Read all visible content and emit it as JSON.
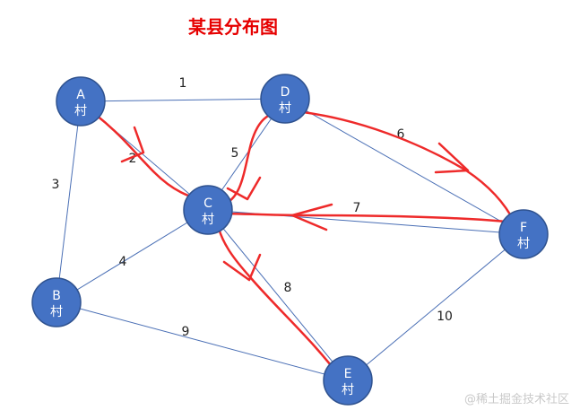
{
  "title": "某县分布图",
  "watermark": "@稀土掘金技术社区",
  "colors": {
    "title": "#e60000",
    "node_fill": "#4472c4",
    "node_stroke": "#2f528f",
    "node_text": "#ffffff",
    "edge": "#4a6fb5",
    "route": "#ee2a2a",
    "weight_text": "#222222"
  },
  "nodes": [
    {
      "id": "A",
      "line1": "A",
      "line2": "村"
    },
    {
      "id": "B",
      "line1": "B",
      "line2": "村"
    },
    {
      "id": "C",
      "line1": "C",
      "line2": "村"
    },
    {
      "id": "D",
      "line1": "D",
      "line2": "村"
    },
    {
      "id": "E",
      "line1": "E",
      "line2": "村"
    },
    {
      "id": "F",
      "line1": "F",
      "line2": "村"
    }
  ],
  "edges": [
    {
      "from": "A",
      "to": "D",
      "weight": "1"
    },
    {
      "from": "A",
      "to": "C",
      "weight": "2"
    },
    {
      "from": "A",
      "to": "B",
      "weight": "3"
    },
    {
      "from": "B",
      "to": "C",
      "weight": "4"
    },
    {
      "from": "C",
      "to": "D",
      "weight": "5"
    },
    {
      "from": "D",
      "to": "F",
      "weight": "6"
    },
    {
      "from": "C",
      "to": "F",
      "weight": "7"
    },
    {
      "from": "C",
      "to": "E",
      "weight": "8"
    },
    {
      "from": "B",
      "to": "E",
      "weight": "9"
    },
    {
      "from": "E",
      "to": "F",
      "weight": "10"
    }
  ],
  "route": [
    "A",
    "C",
    "D",
    "F",
    "C",
    "E"
  ]
}
